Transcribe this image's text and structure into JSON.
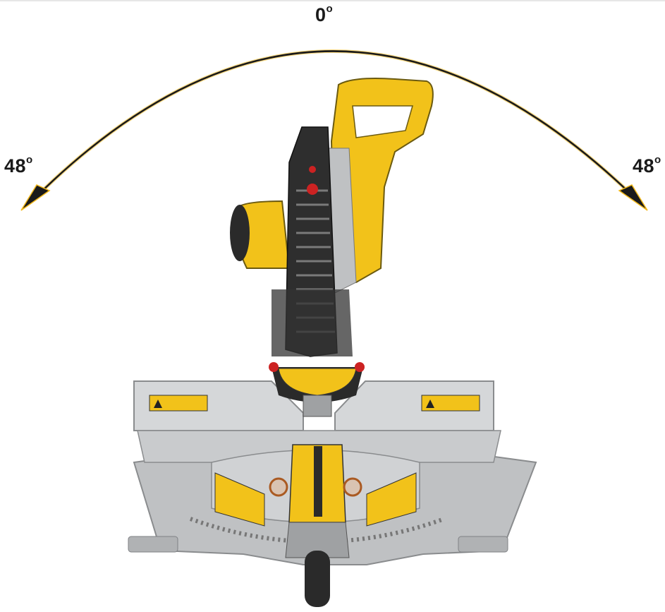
{
  "angles": {
    "center": "0",
    "left": "48",
    "right": "48",
    "degree_mark": "o"
  },
  "colors": {
    "arc": "#1a1a1a",
    "arc_glow": "#f2b81a",
    "tool_yellow": "#f2c21a",
    "body_gray": "#c8c8c8",
    "dark": "#2a2a2a"
  },
  "icons": {
    "arc_arrow": "double-headed-arc-arrow",
    "product": "miter-saw"
  }
}
